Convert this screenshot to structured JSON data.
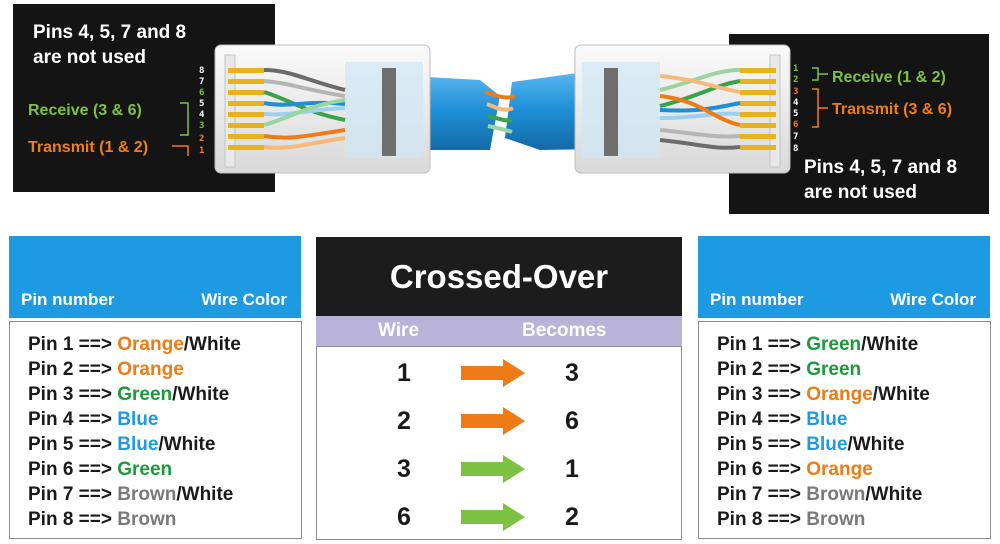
{
  "left_connector": {
    "note": [
      "Pins 4, 5, 7 and 8",
      "are not used"
    ],
    "receive_label": "Receive (3 & 6)",
    "transmit_label": "Transmit (1 & 2)",
    "pin_digits": [
      "8",
      "7",
      "6",
      "5",
      "4",
      "3",
      "2",
      "1"
    ]
  },
  "right_connector": {
    "note": [
      "Pins 4, 5, 7 and 8",
      "are not used"
    ],
    "receive_label": "Receive (1 & 2)",
    "transmit_label": "Transmit (3 & 6)",
    "pin_digits": [
      "1",
      "2",
      "3",
      "4",
      "5",
      "6",
      "7",
      "8"
    ]
  },
  "left_table": {
    "header_pin": "Pin number",
    "header_color": "Wire Color",
    "rows": [
      {
        "pin": "Pin 1 ==> ",
        "color": "Orange",
        "color_class": "c-orange",
        "suffix": "/White"
      },
      {
        "pin": "Pin 2 ==> ",
        "color": "Orange",
        "color_class": "c-orange",
        "suffix": ""
      },
      {
        "pin": "Pin 3 ==> ",
        "color": "Green",
        "color_class": "c-green",
        "suffix": "/White"
      },
      {
        "pin": "Pin 4 ==> ",
        "color": "Blue",
        "color_class": "c-blue",
        "suffix": ""
      },
      {
        "pin": "Pin 5 ==> ",
        "color": "Blue",
        "color_class": "c-blue",
        "suffix": "/White"
      },
      {
        "pin": "Pin 6 ==> ",
        "color": "Green",
        "color_class": "c-green",
        "suffix": ""
      },
      {
        "pin": "Pin 7 ==> ",
        "color": "Brown",
        "color_class": "c-brown",
        "suffix": "/White"
      },
      {
        "pin": "Pin 8 ==> ",
        "color": "Brown",
        "color_class": "c-brown",
        "suffix": ""
      }
    ]
  },
  "right_table": {
    "header_pin": "Pin number",
    "header_color": "Wire Color",
    "rows": [
      {
        "pin": "Pin 1 ==> ",
        "color": "Green",
        "color_class": "c-green",
        "suffix": "/White"
      },
      {
        "pin": "Pin 2 ==> ",
        "color": "Green",
        "color_class": "c-green",
        "suffix": ""
      },
      {
        "pin": "Pin 3 ==> ",
        "color": "Orange",
        "color_class": "c-orange",
        "suffix": "/White"
      },
      {
        "pin": "Pin 4 ==> ",
        "color": "Blue",
        "color_class": "c-blue",
        "suffix": ""
      },
      {
        "pin": "Pin 5 ==> ",
        "color": "Blue",
        "color_class": "c-blue",
        "suffix": "/White"
      },
      {
        "pin": "Pin 6 ==> ",
        "color": "Orange",
        "color_class": "c-orange",
        "suffix": ""
      },
      {
        "pin": "Pin 7 ==> ",
        "color": "Brown",
        "color_class": "c-brown",
        "suffix": "/White"
      },
      {
        "pin": "Pin 8 ==> ",
        "color": "Brown",
        "color_class": "c-brown",
        "suffix": ""
      }
    ]
  },
  "crossover": {
    "title": "Crossed-Over",
    "col_wire": "Wire",
    "col_becomes": "Becomes",
    "mappings": [
      {
        "wire": "1",
        "becomes": "3",
        "arrow_color": "#ee7b16"
      },
      {
        "wire": "2",
        "becomes": "6",
        "arrow_color": "#ee7b16"
      },
      {
        "wire": "3",
        "becomes": "1",
        "arrow_color": "#7dc142"
      },
      {
        "wire": "6",
        "becomes": "2",
        "arrow_color": "#7dc142"
      }
    ]
  },
  "colors": {
    "header_blue": "#1e9ae2",
    "orange": "#ee7b16",
    "green": "#1c9a3a",
    "light_green": "#7dc142",
    "lavender": "#b9b3da",
    "cable_blue": "#1e8fd6"
  }
}
